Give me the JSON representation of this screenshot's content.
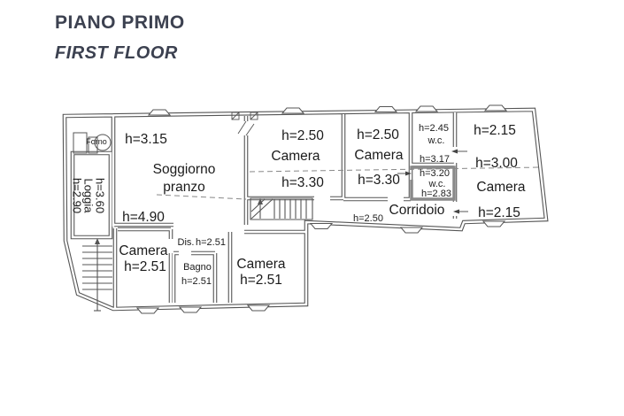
{
  "title": {
    "main": "PIANO PRIMO",
    "sub": "FIRST FLOOR"
  },
  "colors": {
    "title_text": "#3c4150",
    "plan_lines": "#555555",
    "wall_gray": "#8a8a8a",
    "label_text": "#1b1b1b",
    "background": "#ffffff"
  },
  "plan": {
    "forno": {
      "name": "Forno"
    },
    "loggia": {
      "h_top": "h=3.60",
      "name": "Loggia",
      "h_bottom": "h=2.90"
    },
    "soggiorno": {
      "h_top": "h=3.15",
      "name1": "Soggiorno",
      "name2": "pranzo",
      "h_bottom": "h=4.90"
    },
    "camera1": {
      "h_top": "h=2.50",
      "name": "Camera",
      "h_bottom": "h=3.30"
    },
    "camera2": {
      "h_top": "h=2.50",
      "name": "Camera",
      "h_bottom": "h=3.30"
    },
    "wc1": {
      "h_top": "h=2.45",
      "name": "w.c.",
      "h_bottom": "h=3.17"
    },
    "wc2": {
      "h_top": "h=3.20",
      "name": "w.c.",
      "h_bottom": "h=2.83"
    },
    "camera_right": {
      "h_top": "h=2.15",
      "h_mid": "h=3.00",
      "name": "Camera",
      "h_bottom": "h=2.15"
    },
    "corridoio": {
      "name": "Corridoio",
      "h": "h=2.50"
    },
    "camera_bottom_left": {
      "name": "Camera",
      "h": "h=2.51"
    },
    "dis": {
      "name": "Dis.",
      "h": "h=2.51"
    },
    "bagno": {
      "name": "Bagno",
      "h": "h=2.51"
    },
    "camera_bottom_mid": {
      "name": "Camera",
      "h": "h=2.51"
    }
  }
}
